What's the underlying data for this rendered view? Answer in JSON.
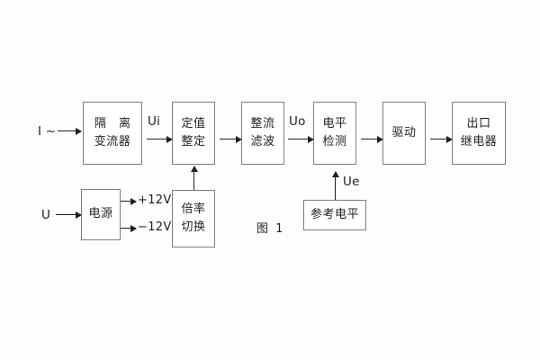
{
  "figure": {
    "caption": "图 1",
    "blocks": [
      {
        "id": "isolation-ct",
        "lines": [
          "隔 离",
          "变流器"
        ]
      },
      {
        "id": "setting",
        "lines": [
          "定值",
          "整定"
        ]
      },
      {
        "id": "rectifier-filter",
        "lines": [
          "整流",
          "滤波"
        ]
      },
      {
        "id": "level-detect",
        "lines": [
          "电平",
          "检测"
        ]
      },
      {
        "id": "driver",
        "lines": [
          "驱动"
        ]
      },
      {
        "id": "output-relay",
        "lines": [
          "出口",
          "继电器"
        ]
      },
      {
        "id": "power-supply",
        "lines": [
          "电源"
        ]
      },
      {
        "id": "ratio-switch",
        "lines": [
          "倍率",
          "切换"
        ]
      },
      {
        "id": "reference-level",
        "lines": [
          "参考电平"
        ]
      }
    ],
    "signals": {
      "current_input": "I ~",
      "voltage_input": "U",
      "ui": "Ui",
      "uo": "Uo",
      "ue": "Ue",
      "rail_positive": "+12V",
      "rail_negative": "−12V"
    }
  }
}
